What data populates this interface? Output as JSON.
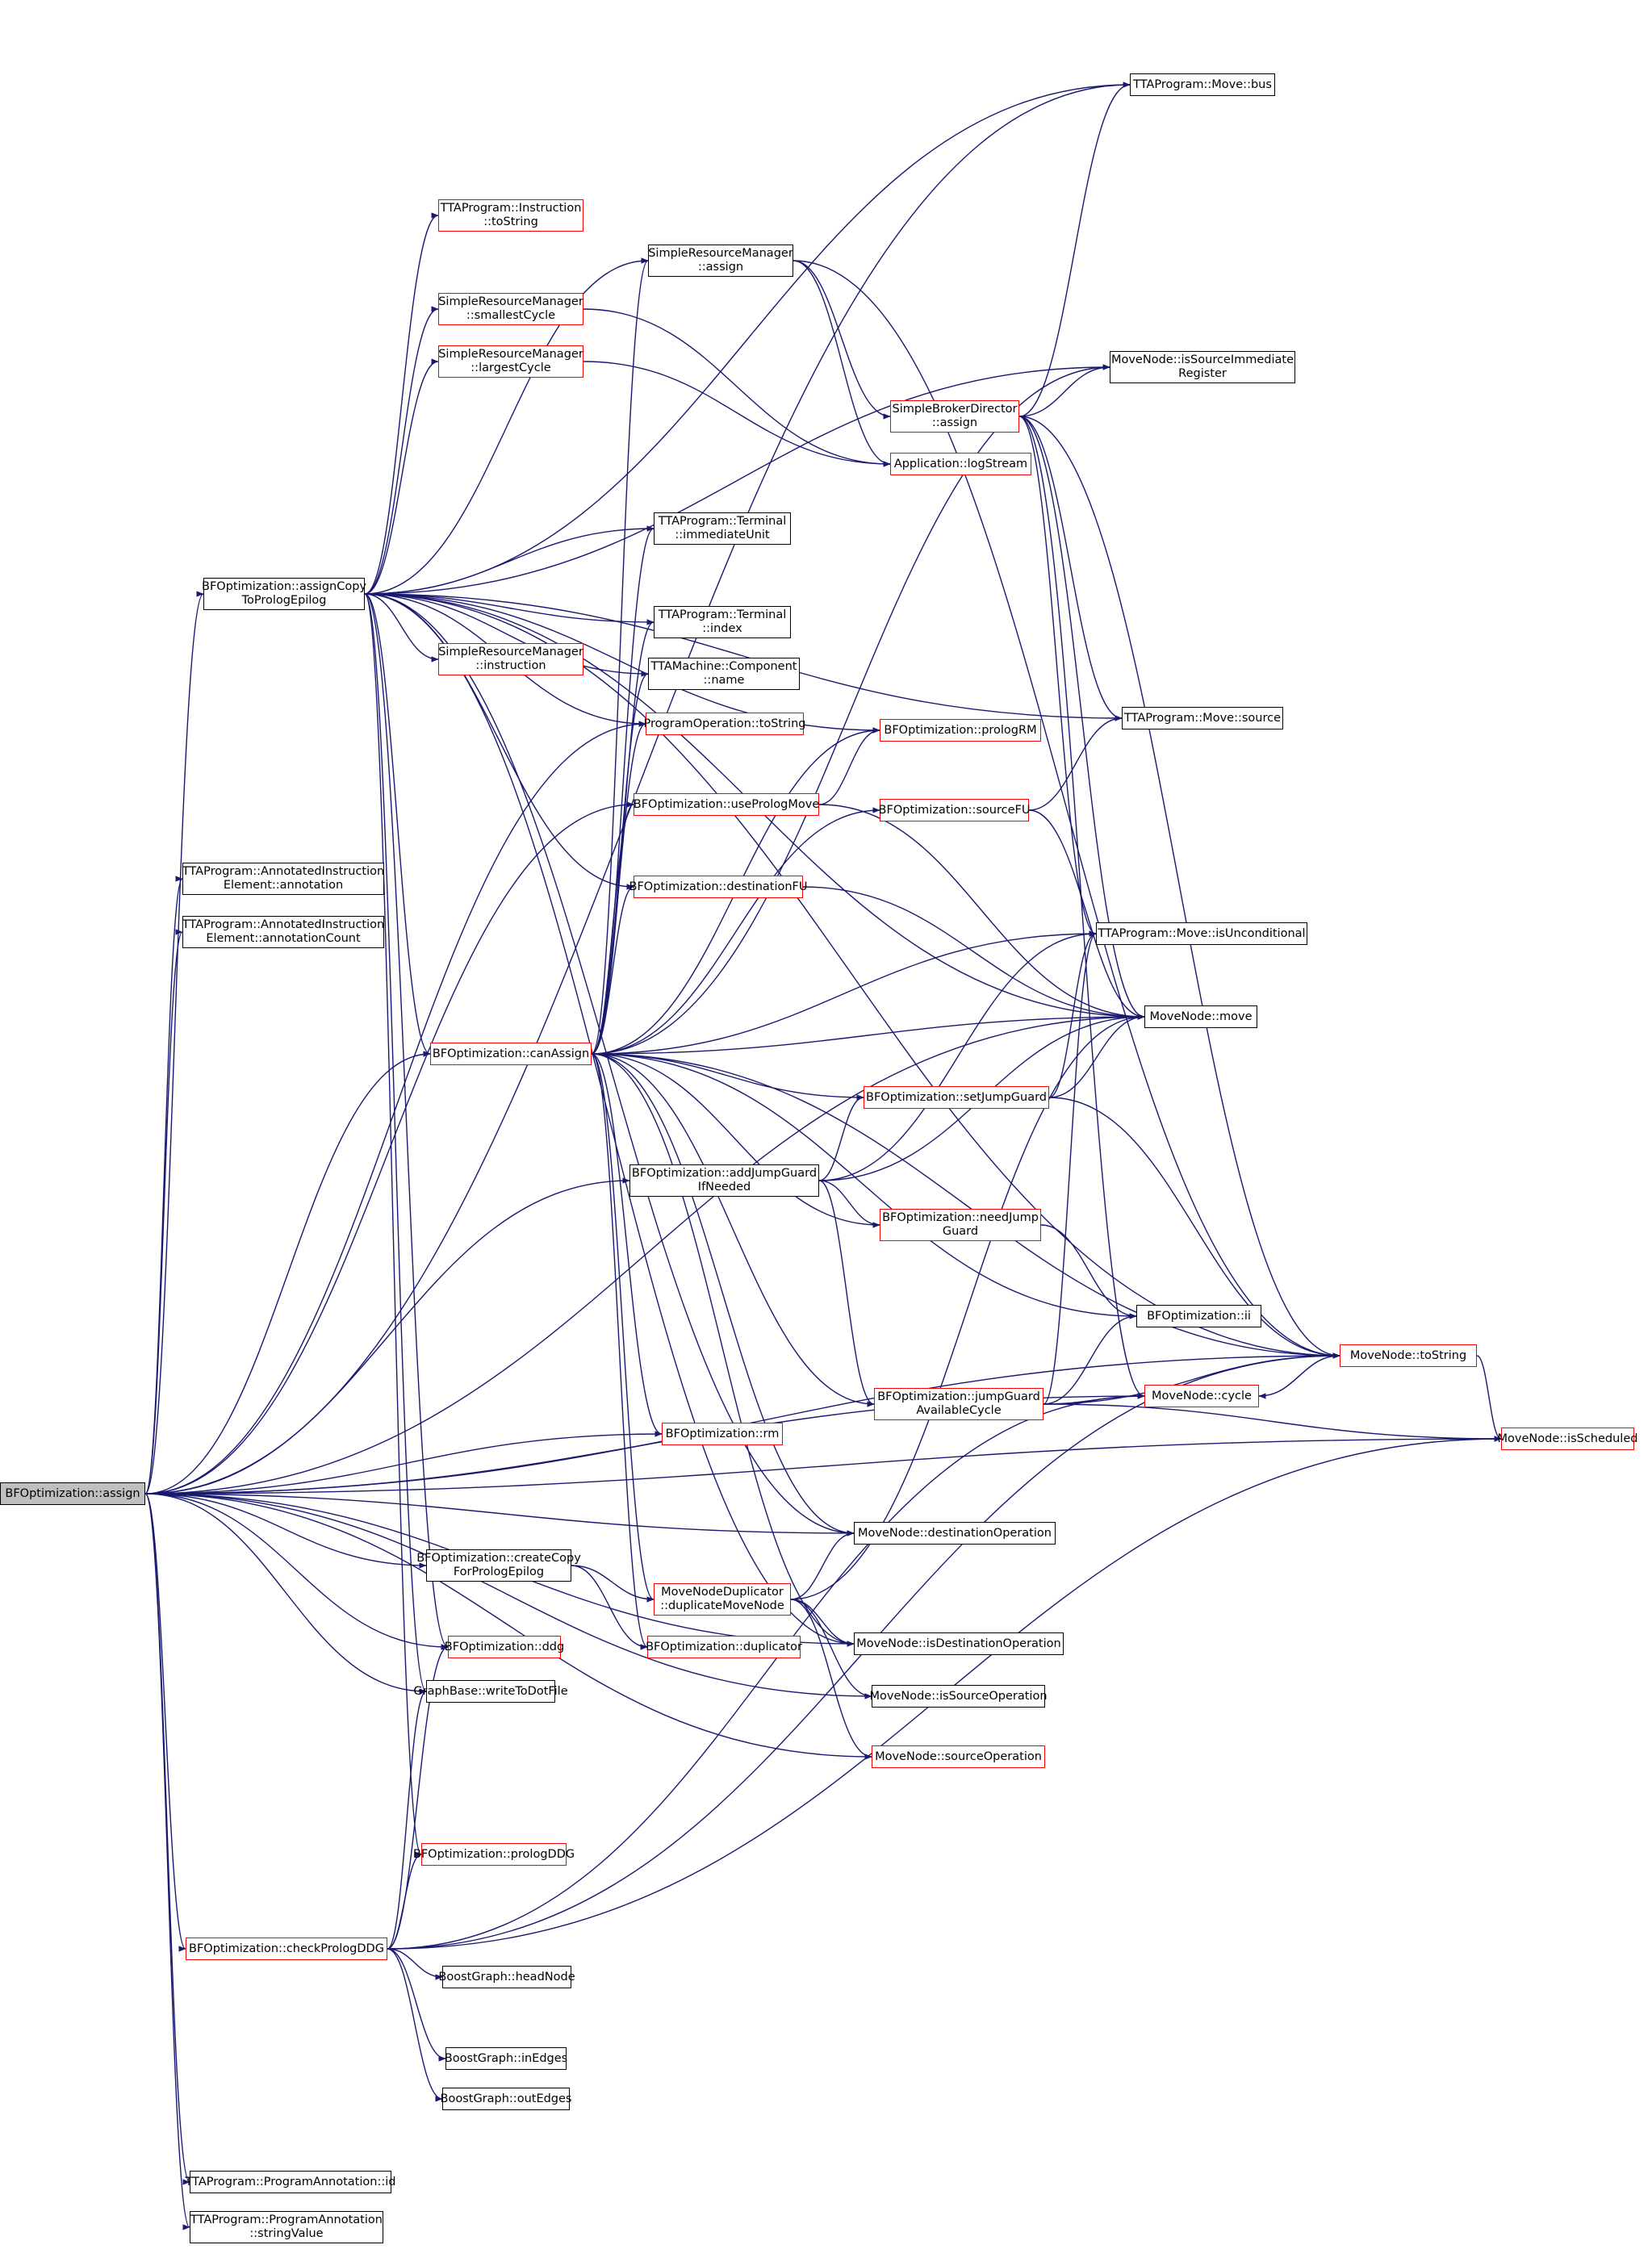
{
  "graph": {
    "type": "call-graph",
    "colors": {
      "edge": "#191970",
      "node_border": "#000000",
      "incomplete_border": "#ff0000",
      "root_fill": "#bfbfbf"
    },
    "nodes": [
      {
        "id": "n1",
        "lines": [
          "BFOptimization::assign"
        ],
        "incomplete": false,
        "root": true
      },
      {
        "id": "n2",
        "lines": [
          "BFOptimization::assignCopy",
          "ToPrologEpilog"
        ],
        "incomplete": false
      },
      {
        "id": "n3",
        "lines": [
          "TTAProgram::AnnotatedInstruction",
          "Element::annotation"
        ],
        "incomplete": false
      },
      {
        "id": "n4",
        "lines": [
          "TTAProgram::AnnotatedInstruction",
          "Element::annotationCount"
        ],
        "incomplete": false
      },
      {
        "id": "n5",
        "lines": [
          "BFOptimization::canAssign"
        ],
        "incomplete": true
      },
      {
        "id": "n6",
        "lines": [
          "BFOptimization::checkPrologDDG"
        ],
        "incomplete": true
      },
      {
        "id": "n7",
        "lines": [
          "TTAProgram::ProgramAnnotation::id"
        ],
        "incomplete": false
      },
      {
        "id": "n8",
        "lines": [
          "TTAProgram::ProgramAnnotation",
          "::stringValue"
        ],
        "incomplete": false
      },
      {
        "id": "n9",
        "lines": [
          "TTAProgram::Instruction",
          "::toString"
        ],
        "incomplete": true
      },
      {
        "id": "n10",
        "lines": [
          "SimpleResourceManager",
          "::smallestCycle"
        ],
        "incomplete": true
      },
      {
        "id": "n11",
        "lines": [
          "SimpleResourceManager",
          "::largestCycle"
        ],
        "incomplete": true
      },
      {
        "id": "n12",
        "lines": [
          "SimpleResourceManager",
          "::instruction"
        ],
        "incomplete": true
      },
      {
        "id": "n13",
        "lines": [
          "BFOptimization::ddg"
        ],
        "incomplete": true
      },
      {
        "id": "n14",
        "lines": [
          "GraphBase::writeToDotFile"
        ],
        "incomplete": false
      },
      {
        "id": "n15",
        "lines": [
          "BFOptimization::prologDDG"
        ],
        "incomplete": true
      },
      {
        "id": "n16",
        "lines": [
          "BFOptimization::createCopy",
          "ForPrologEpilog"
        ],
        "incomplete": false
      },
      {
        "id": "n17",
        "lines": [
          "BoostGraph::headNode"
        ],
        "incomplete": false
      },
      {
        "id": "n18",
        "lines": [
          "BoostGraph::inEdges"
        ],
        "incomplete": false
      },
      {
        "id": "n19",
        "lines": [
          "BoostGraph::outEdges"
        ],
        "incomplete": false
      },
      {
        "id": "n20",
        "lines": [
          "SimpleResourceManager",
          "::assign"
        ],
        "incomplete": false
      },
      {
        "id": "n21",
        "lines": [
          "TTAProgram::Terminal",
          "::immediateUnit"
        ],
        "incomplete": false
      },
      {
        "id": "n22",
        "lines": [
          "TTAProgram::Terminal",
          "::index"
        ],
        "incomplete": false
      },
      {
        "id": "n23",
        "lines": [
          "TTAMachine::Component",
          "::name"
        ],
        "incomplete": false
      },
      {
        "id": "n24",
        "lines": [
          "ProgramOperation::toString"
        ],
        "incomplete": true
      },
      {
        "id": "n25",
        "lines": [
          "BFOptimization::usePrologMove"
        ],
        "incomplete": true
      },
      {
        "id": "n26",
        "lines": [
          "BFOptimization::destinationFU"
        ],
        "incomplete": true
      },
      {
        "id": "n27",
        "lines": [
          "BFOptimization::addJumpGuard",
          "IfNeeded"
        ],
        "incomplete": false
      },
      {
        "id": "n28",
        "lines": [
          "BFOptimization::rm"
        ],
        "incomplete": true
      },
      {
        "id": "n29",
        "lines": [
          "MoveNodeDuplicator",
          "::duplicateMoveNode"
        ],
        "incomplete": true
      },
      {
        "id": "n30",
        "lines": [
          "BFOptimization::duplicator"
        ],
        "incomplete": true
      },
      {
        "id": "n31",
        "lines": [
          "SimpleBrokerDirector",
          "::assign"
        ],
        "incomplete": true
      },
      {
        "id": "n32",
        "lines": [
          "Application::logStream"
        ],
        "incomplete": true
      },
      {
        "id": "n33",
        "lines": [
          "BFOptimization::prologRM"
        ],
        "incomplete": true
      },
      {
        "id": "n34",
        "lines": [
          "BFOptimization::sourceFU"
        ],
        "incomplete": true
      },
      {
        "id": "n35",
        "lines": [
          "BFOptimization::setJumpGuard"
        ],
        "incomplete": true
      },
      {
        "id": "n36",
        "lines": [
          "BFOptimization::needJump",
          "Guard"
        ],
        "incomplete": true
      },
      {
        "id": "n37",
        "lines": [
          "BFOptimization::jumpGuard",
          "AvailableCycle"
        ],
        "incomplete": true
      },
      {
        "id": "n38",
        "lines": [
          "MoveNode::destinationOperation"
        ],
        "incomplete": false
      },
      {
        "id": "n39",
        "lines": [
          "MoveNode::isDestinationOperation"
        ],
        "incomplete": false
      },
      {
        "id": "n40",
        "lines": [
          "MoveNode::isSourceOperation"
        ],
        "incomplete": false
      },
      {
        "id": "n41",
        "lines": [
          "MoveNode::sourceOperation"
        ],
        "incomplete": true
      },
      {
        "id": "n42",
        "lines": [
          "TTAProgram::Move::bus"
        ],
        "incomplete": false
      },
      {
        "id": "n43",
        "lines": [
          "MoveNode::isSourceImmediate",
          "Register"
        ],
        "incomplete": false
      },
      {
        "id": "n44",
        "lines": [
          "TTAProgram::Move::source"
        ],
        "incomplete": false
      },
      {
        "id": "n45",
        "lines": [
          "TTAProgram::Move::isUnconditional"
        ],
        "incomplete": false
      },
      {
        "id": "n46",
        "lines": [
          "MoveNode::move"
        ],
        "incomplete": false
      },
      {
        "id": "n47",
        "lines": [
          "BFOptimization::ii"
        ],
        "incomplete": false
      },
      {
        "id": "n48",
        "lines": [
          "MoveNode::toString"
        ],
        "incomplete": true
      },
      {
        "id": "n49",
        "lines": [
          "MoveNode::cycle"
        ],
        "incomplete": true
      },
      {
        "id": "n50",
        "lines": [
          "MoveNode::isScheduled"
        ],
        "incomplete": true
      }
    ],
    "edges": [
      [
        "n1",
        "n2"
      ],
      [
        "n1",
        "n3"
      ],
      [
        "n1",
        "n4"
      ],
      [
        "n1",
        "n5"
      ],
      [
        "n1",
        "n6"
      ],
      [
        "n1",
        "n7"
      ],
      [
        "n1",
        "n8"
      ],
      [
        "n1",
        "n13"
      ],
      [
        "n1",
        "n14"
      ],
      [
        "n1",
        "n16"
      ],
      [
        "n1",
        "n25"
      ],
      [
        "n1",
        "n24"
      ],
      [
        "n1",
        "n27"
      ],
      [
        "n1",
        "n28"
      ],
      [
        "n1",
        "n38"
      ],
      [
        "n1",
        "n39"
      ],
      [
        "n1",
        "n40"
      ],
      [
        "n1",
        "n41"
      ],
      [
        "n1",
        "n42"
      ],
      [
        "n1",
        "n46"
      ],
      [
        "n1",
        "n48"
      ],
      [
        "n1",
        "n49"
      ],
      [
        "n1",
        "n50"
      ],
      [
        "n2",
        "n9"
      ],
      [
        "n2",
        "n10"
      ],
      [
        "n2",
        "n11"
      ],
      [
        "n2",
        "n12"
      ],
      [
        "n2",
        "n20"
      ],
      [
        "n2",
        "n21"
      ],
      [
        "n2",
        "n22"
      ],
      [
        "n2",
        "n23"
      ],
      [
        "n2",
        "n24"
      ],
      [
        "n2",
        "n26"
      ],
      [
        "n2",
        "n5"
      ],
      [
        "n2",
        "n13"
      ],
      [
        "n2",
        "n14"
      ],
      [
        "n2",
        "n15"
      ],
      [
        "n2",
        "n42"
      ],
      [
        "n2",
        "n43"
      ],
      [
        "n2",
        "n33"
      ],
      [
        "n2",
        "n46"
      ],
      [
        "n2",
        "n48"
      ],
      [
        "n2",
        "n44"
      ],
      [
        "n2",
        "n38"
      ],
      [
        "n2",
        "n39"
      ],
      [
        "n5",
        "n20"
      ],
      [
        "n5",
        "n21"
      ],
      [
        "n5",
        "n22"
      ],
      [
        "n5",
        "n23"
      ],
      [
        "n5",
        "n24"
      ],
      [
        "n5",
        "n25"
      ],
      [
        "n5",
        "n26"
      ],
      [
        "n5",
        "n28"
      ],
      [
        "n5",
        "n29"
      ],
      [
        "n5",
        "n30"
      ],
      [
        "n5",
        "n33"
      ],
      [
        "n5",
        "n34"
      ],
      [
        "n5",
        "n35"
      ],
      [
        "n5",
        "n36"
      ],
      [
        "n5",
        "n37"
      ],
      [
        "n5",
        "n38"
      ],
      [
        "n5",
        "n39"
      ],
      [
        "n5",
        "n45"
      ],
      [
        "n5",
        "n46"
      ],
      [
        "n5",
        "n47"
      ],
      [
        "n5",
        "n48"
      ],
      [
        "n5",
        "n43"
      ],
      [
        "n6",
        "n13"
      ],
      [
        "n6",
        "n14"
      ],
      [
        "n6",
        "n15"
      ],
      [
        "n6",
        "n17"
      ],
      [
        "n6",
        "n18"
      ],
      [
        "n6",
        "n19"
      ],
      [
        "n6",
        "n48"
      ],
      [
        "n6",
        "n49"
      ],
      [
        "n6",
        "n50"
      ],
      [
        "n16",
        "n29"
      ],
      [
        "n16",
        "n30"
      ],
      [
        "n10",
        "n32"
      ],
      [
        "n11",
        "n32"
      ],
      [
        "n20",
        "n31"
      ],
      [
        "n20",
        "n32"
      ],
      [
        "n20",
        "n48"
      ],
      [
        "n31",
        "n42"
      ],
      [
        "n31",
        "n43"
      ],
      [
        "n31",
        "n44"
      ],
      [
        "n31",
        "n45"
      ],
      [
        "n31",
        "n46"
      ],
      [
        "n31",
        "n48"
      ],
      [
        "n31",
        "n49"
      ],
      [
        "n25",
        "n33"
      ],
      [
        "n25",
        "n46"
      ],
      [
        "n26",
        "n46"
      ],
      [
        "n34",
        "n44"
      ],
      [
        "n34",
        "n46"
      ],
      [
        "n27",
        "n35"
      ],
      [
        "n27",
        "n36"
      ],
      [
        "n27",
        "n37"
      ],
      [
        "n27",
        "n45"
      ],
      [
        "n27",
        "n46"
      ],
      [
        "n35",
        "n45"
      ],
      [
        "n35",
        "n46"
      ],
      [
        "n35",
        "n48"
      ],
      [
        "n36",
        "n47"
      ],
      [
        "n37",
        "n45"
      ],
      [
        "n37",
        "n47"
      ],
      [
        "n37",
        "n48"
      ],
      [
        "n37",
        "n49"
      ],
      [
        "n37",
        "n50"
      ],
      [
        "n29",
        "n38"
      ],
      [
        "n29",
        "n39"
      ],
      [
        "n29",
        "n40"
      ],
      [
        "n29",
        "n41"
      ],
      [
        "n29",
        "n46"
      ],
      [
        "n48",
        "n49"
      ],
      [
        "n48",
        "n50"
      ],
      [
        "n49",
        "n48"
      ]
    ]
  }
}
